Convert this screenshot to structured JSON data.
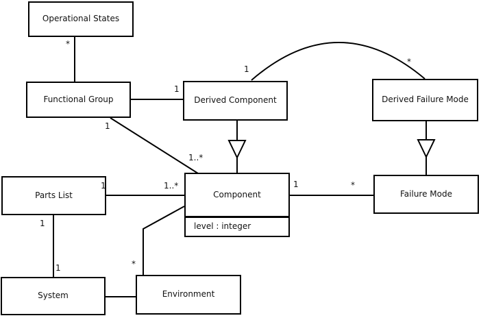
{
  "diagram": {
    "kind": "uml-class-diagram",
    "background_color": "#ffffff",
    "line_color": "#000000",
    "nodes": {
      "operational_states": {
        "label": "Operational States"
      },
      "functional_group": {
        "label": "Functional Group"
      },
      "derived_component": {
        "label": "Derived Component"
      },
      "derived_failure_mode": {
        "label": "Derived Failure Mode"
      },
      "parts_list": {
        "label": "Parts List"
      },
      "component": {
        "label": "Component",
        "attributes": [
          "level : integer"
        ]
      },
      "failure_mode": {
        "label": "Failure Mode"
      },
      "system": {
        "label": "System"
      },
      "environment": {
        "label": "Environment"
      }
    },
    "multiplicities": {
      "os_fg_star": "*",
      "fg_dc_one": "1",
      "fg_comp_one": "1",
      "fg_comp_many": "1..*",
      "pl_comp_one": "1",
      "pl_comp_many": "1..*",
      "comp_fm_one": "1",
      "comp_fm_star": "*",
      "pl_sys_one_top": "1",
      "pl_sys_one_bottom": "1",
      "comp_env_star": "*",
      "dc_dfm_one": "1",
      "dc_dfm_star": "*"
    },
    "edges": [
      {
        "from": "operational_states",
        "to": "functional_group",
        "type": "association",
        "from_mult": "*"
      },
      {
        "from": "functional_group",
        "to": "derived_component",
        "type": "association",
        "to_mult": "1"
      },
      {
        "from": "functional_group",
        "to": "component",
        "type": "association",
        "from_mult": "1",
        "to_mult": "1..*"
      },
      {
        "from": "parts_list",
        "to": "component",
        "type": "association",
        "from_mult": "1",
        "to_mult": "1..*"
      },
      {
        "from": "component",
        "to": "failure_mode",
        "type": "association",
        "from_mult": "1",
        "to_mult": "*"
      },
      {
        "from": "parts_list",
        "to": "system",
        "type": "association",
        "from_mult": "1",
        "to_mult": "1"
      },
      {
        "from": "system",
        "to": "environment",
        "type": "association"
      },
      {
        "from": "component",
        "to": "environment",
        "type": "association",
        "to_mult": "*"
      },
      {
        "from": "derived_component",
        "to": "component",
        "type": "generalization"
      },
      {
        "from": "derived_failure_mode",
        "to": "failure_mode",
        "type": "generalization"
      },
      {
        "from": "derived_component",
        "to": "derived_failure_mode",
        "type": "association-arc",
        "from_mult": "1",
        "to_mult": "*"
      }
    ]
  }
}
